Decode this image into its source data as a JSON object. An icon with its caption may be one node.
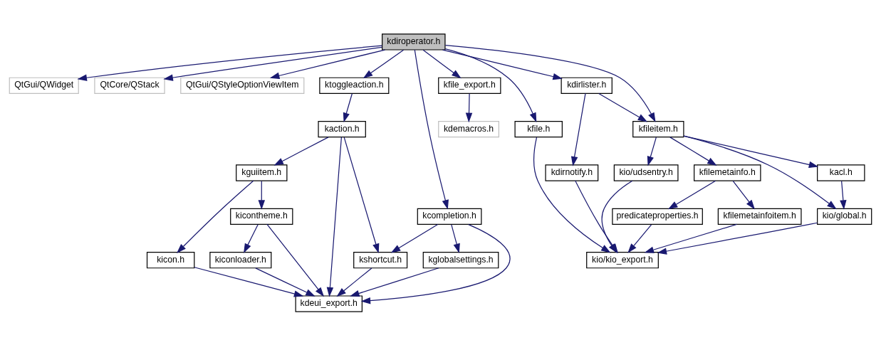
{
  "diagram": {
    "nodes": [
      {
        "text": [
          "kdiroperator.h"
        ]
      },
      {
        "text": [
          "QtGui/QWidget"
        ]
      },
      {
        "text": [
          "QtCore/QStack"
        ]
      },
      {
        "text": [
          "QtGui/QStyleOptionViewItem"
        ]
      },
      {
        "text": [
          "ktoggleaction.h"
        ]
      },
      {
        "text": [
          "kdirlister.h"
        ]
      },
      {
        "text": [
          "kfile_export.h"
        ]
      },
      {
        "text": [
          "kaction.h"
        ]
      },
      {
        "text": [
          "kfileitem.h"
        ]
      },
      {
        "text": [
          "kfile.h"
        ]
      },
      {
        "text": [
          "kdemacros.h"
        ]
      },
      {
        "text": [
          "kguiitem.h"
        ]
      },
      {
        "text": [
          "kacl.h"
        ]
      },
      {
        "text": [
          "kio/udsentry.h"
        ]
      },
      {
        "text": [
          "kfilemetainfo.h"
        ]
      },
      {
        "text": [
          "kdirnotify.h"
        ]
      },
      {
        "text": [
          "kicontheme.h"
        ]
      },
      {
        "text": [
          "kcompletion.h"
        ]
      },
      {
        "text": [
          "kio/global.h"
        ]
      },
      {
        "text": [
          "predicateproperties.h"
        ]
      },
      {
        "text": [
          "kfilemetainfoitem.h"
        ]
      },
      {
        "text": [
          "kiconloader.h"
        ]
      },
      {
        "text": [
          "kicon.h"
        ]
      },
      {
        "text": [
          "kshortcut.h"
        ]
      },
      {
        "text": [
          "kglobalsettings.h"
        ]
      },
      {
        "text": [
          "kio/kio_export.h"
        ]
      },
      {
        "text": [
          "kdeui_export.h"
        ]
      }
    ],
    "edges": [
      {
        "from": 0,
        "to": 1,
        "arrow": "to"
      },
      {
        "from": 0,
        "to": 2,
        "arrow": "to"
      },
      {
        "from": 0,
        "to": 3,
        "arrow": "to"
      },
      {
        "from": 0,
        "to": 4,
        "arrow": "to"
      },
      {
        "from": 0,
        "to": 17,
        "arrow": "to"
      },
      {
        "from": 0,
        "to": 8,
        "arrow": "to"
      },
      {
        "from": 0,
        "to": 5,
        "arrow": "to"
      },
      {
        "from": 0,
        "to": 9,
        "arrow": "to"
      },
      {
        "from": 0,
        "to": 6,
        "arrow": "to"
      },
      {
        "from": 4,
        "to": 7,
        "arrow": "to"
      },
      {
        "from": 7,
        "to": 26,
        "arrow": "to"
      },
      {
        "from": 7,
        "to": 11,
        "arrow": "to"
      },
      {
        "from": 7,
        "to": 23,
        "arrow": "to"
      },
      {
        "from": 11,
        "to": 16,
        "arrow": "to"
      },
      {
        "from": 11,
        "to": 22,
        "arrow": "to"
      },
      {
        "from": 16,
        "to": 26,
        "arrow": "to"
      },
      {
        "from": 16,
        "to": 21,
        "arrow": "to"
      },
      {
        "from": 21,
        "to": 26,
        "arrow": "to"
      },
      {
        "from": 22,
        "to": 26,
        "arrow": "to"
      },
      {
        "from": 23,
        "to": 26,
        "arrow": "to"
      },
      {
        "from": 17,
        "to": 23,
        "arrow": "to"
      },
      {
        "from": 17,
        "to": 26,
        "arrow": "to"
      },
      {
        "from": 17,
        "to": 24,
        "arrow": "to"
      },
      {
        "from": 24,
        "to": 26,
        "arrow": "to"
      },
      {
        "from": 5,
        "to": 8,
        "arrow": "to"
      },
      {
        "from": 5,
        "to": 15,
        "arrow": "to"
      },
      {
        "from": 8,
        "to": 18,
        "arrow": "to"
      },
      {
        "from": 8,
        "to": 12,
        "arrow": "to"
      },
      {
        "from": 8,
        "to": 13,
        "arrow": "to"
      },
      {
        "from": 8,
        "to": 14,
        "arrow": "to"
      },
      {
        "from": 12,
        "to": 18,
        "arrow": "to"
      },
      {
        "from": 18,
        "to": 25,
        "arrow": "to"
      },
      {
        "from": 13,
        "to": 25,
        "arrow": "to"
      },
      {
        "from": 14,
        "to": 19,
        "arrow": "to"
      },
      {
        "from": 14,
        "to": 20,
        "arrow": "to"
      },
      {
        "from": 19,
        "to": 25,
        "arrow": "to"
      },
      {
        "from": 20,
        "to": 25,
        "arrow": "to"
      },
      {
        "from": 15,
        "to": 25,
        "arrow": "to"
      },
      {
        "from": 9,
        "to": 25,
        "arrow": "to"
      },
      {
        "from": 6,
        "to": 10,
        "arrow": "to"
      }
    ]
  }
}
